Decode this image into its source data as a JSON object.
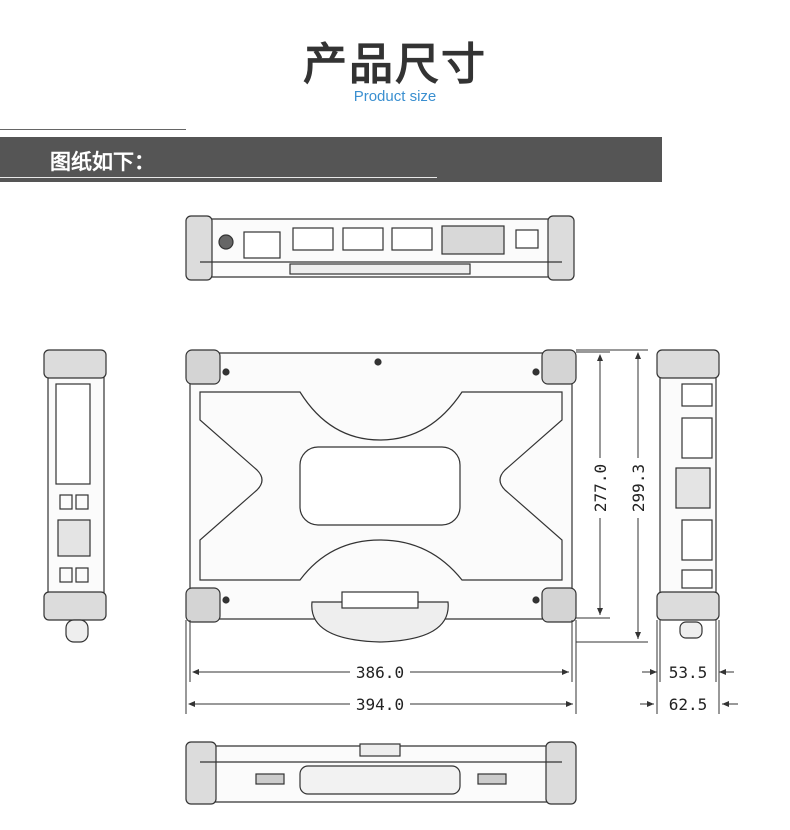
{
  "header": {
    "title": "产品尺寸",
    "subtitle": "Product size"
  },
  "banner": {
    "label": "图纸如下："
  },
  "dimensions": {
    "inner_height": "277.0",
    "outer_height": "299.3",
    "inner_width": "386.0",
    "outer_width": "394.0",
    "inner_depth": "53.5",
    "outer_depth": "62.5"
  }
}
